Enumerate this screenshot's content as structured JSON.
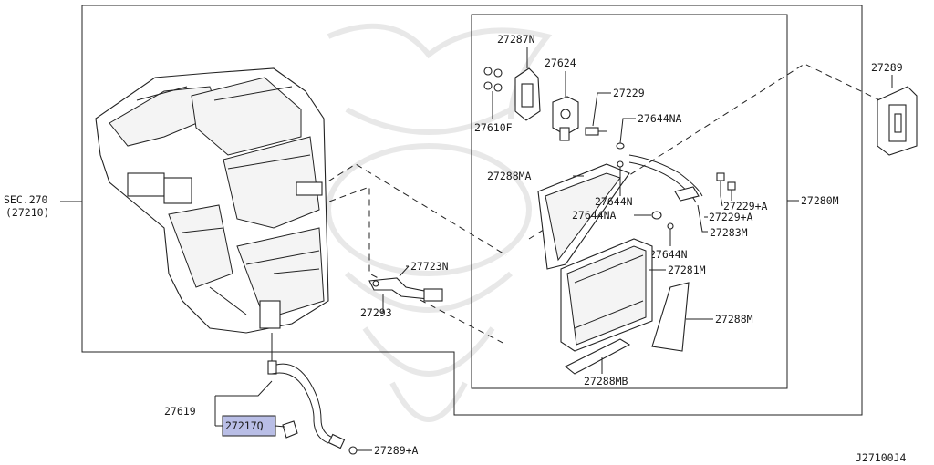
{
  "diagram": {
    "highlight_color": "#b9bee6",
    "callouts": {
      "sec": "SEC.270",
      "sec_ref": "(27210)",
      "p27287N": "27287N",
      "p27624": "27624",
      "p27229": "27229",
      "p27610F": "27610F",
      "p27644NA_top": "27644NA",
      "p27288MA": "27288MA",
      "p27644N_mid": "27644N",
      "p27644NA_mid": "27644NA",
      "p27229A_1": "27229+A",
      "p27229A_2": "27229+A",
      "p27280M": "27280M",
      "p27289": "27289",
      "p27283M": "27283M",
      "p27644N_low": "27644N",
      "p27281M": "27281M",
      "p27723N": "27723N",
      "p27293": "27293",
      "p27288M": "27288M",
      "p27288MB": "27288MB",
      "p27619": "27619",
      "p27217Q": "27217Q",
      "p27289A": "27289+A",
      "ref_code": "J27100J4"
    }
  }
}
